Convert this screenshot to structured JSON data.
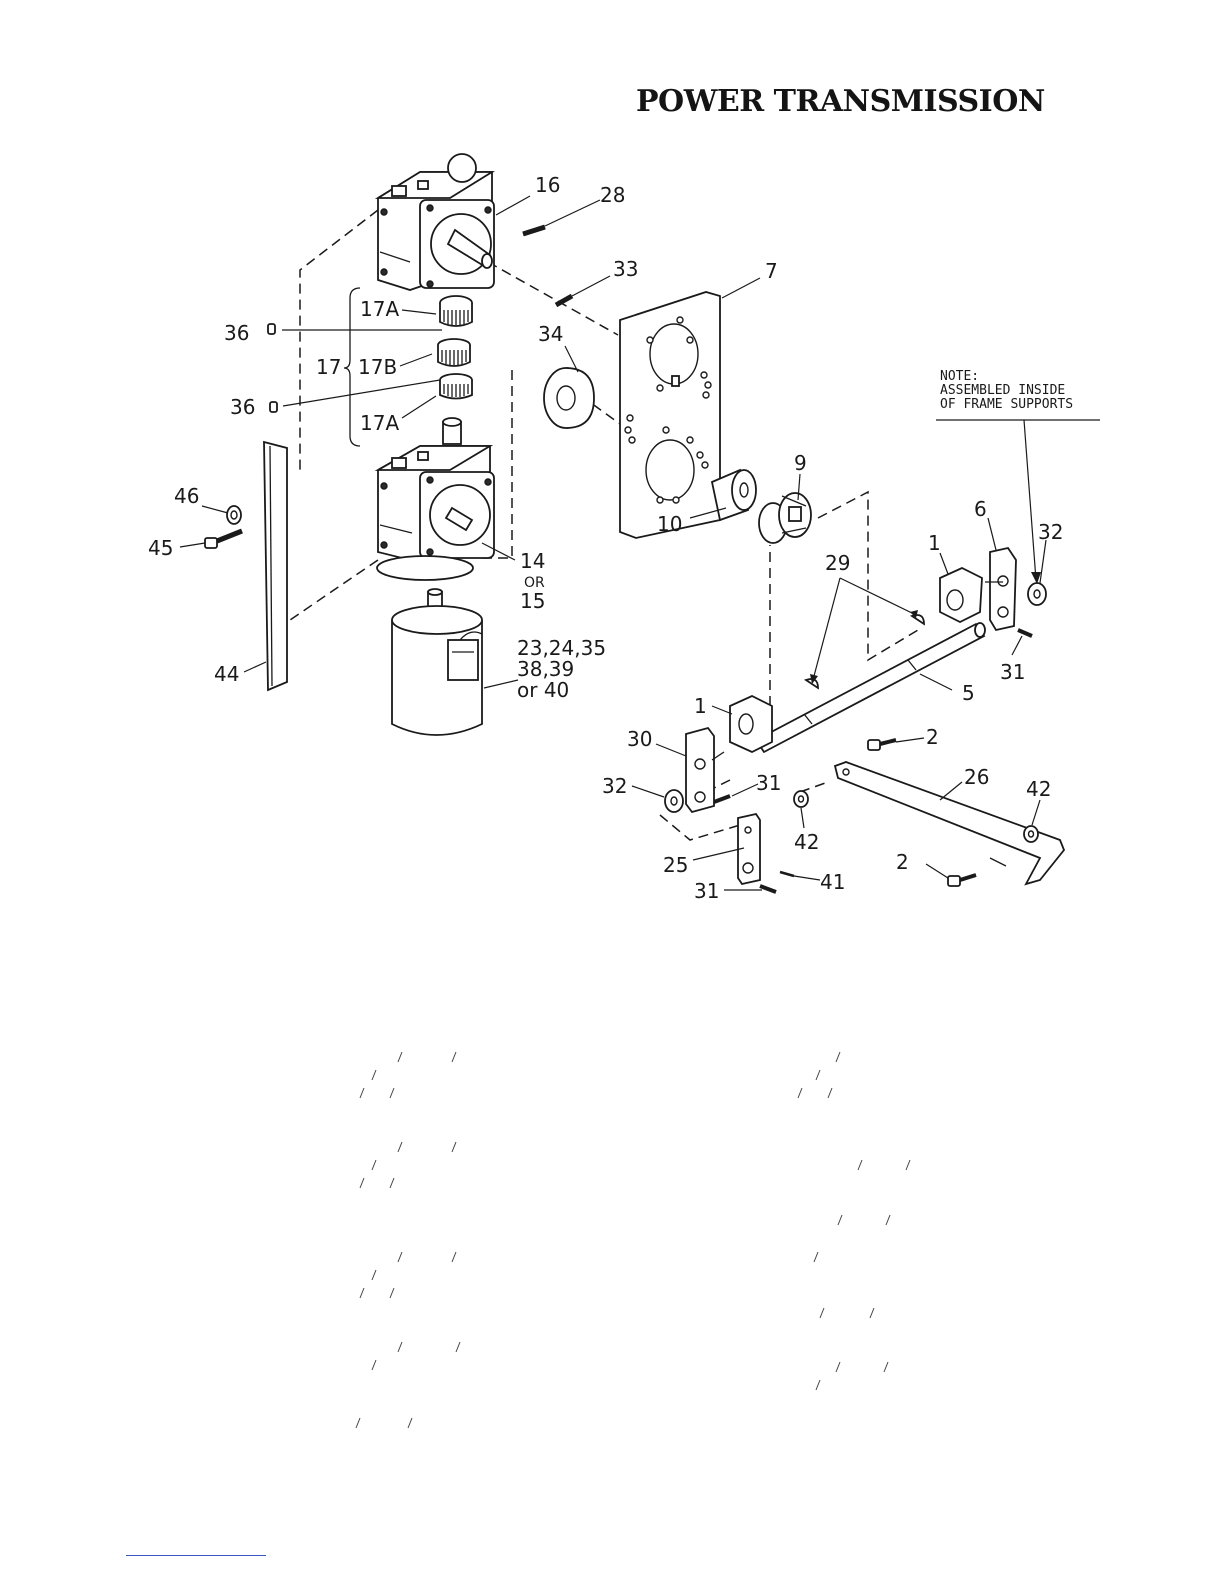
{
  "title": "POWER TRANSMISSION",
  "note": {
    "line1": "NOTE:",
    "line2": "ASSEMBLED INSIDE",
    "line3": "OF FRAME SUPPORTS"
  },
  "callouts": {
    "p1a": "1",
    "p1b": "1",
    "p2a": "2",
    "p2b": "2",
    "p5": "5",
    "p6": "6",
    "p7": "7",
    "p9": "9",
    "p10": "10",
    "p14": "14",
    "p14_or": "OR",
    "p15": "15",
    "p16": "16",
    "p17": "17",
    "p17a_top": "17A",
    "p17b": "17B",
    "p17a_bottom": "17A",
    "p23_line1": "23,24,35",
    "p23_line2": "38,39",
    "p23_line3": "or 40",
    "p25": "25",
    "p26": "26",
    "p28": "28",
    "p29": "29",
    "p30": "30",
    "p31a": "31",
    "p31b": "31",
    "p31c": "31",
    "p32a": "32",
    "p32b": "32",
    "p33": "33",
    "p34": "34",
    "p36a": "36",
    "p36b": "36",
    "p41": "41",
    "p42a": "42",
    "p42b": "42",
    "p44": "44",
    "p45": "45",
    "p46": "46"
  },
  "colors": {
    "ink": "#1a1a1a",
    "footer_rule": "#3b55c4"
  }
}
